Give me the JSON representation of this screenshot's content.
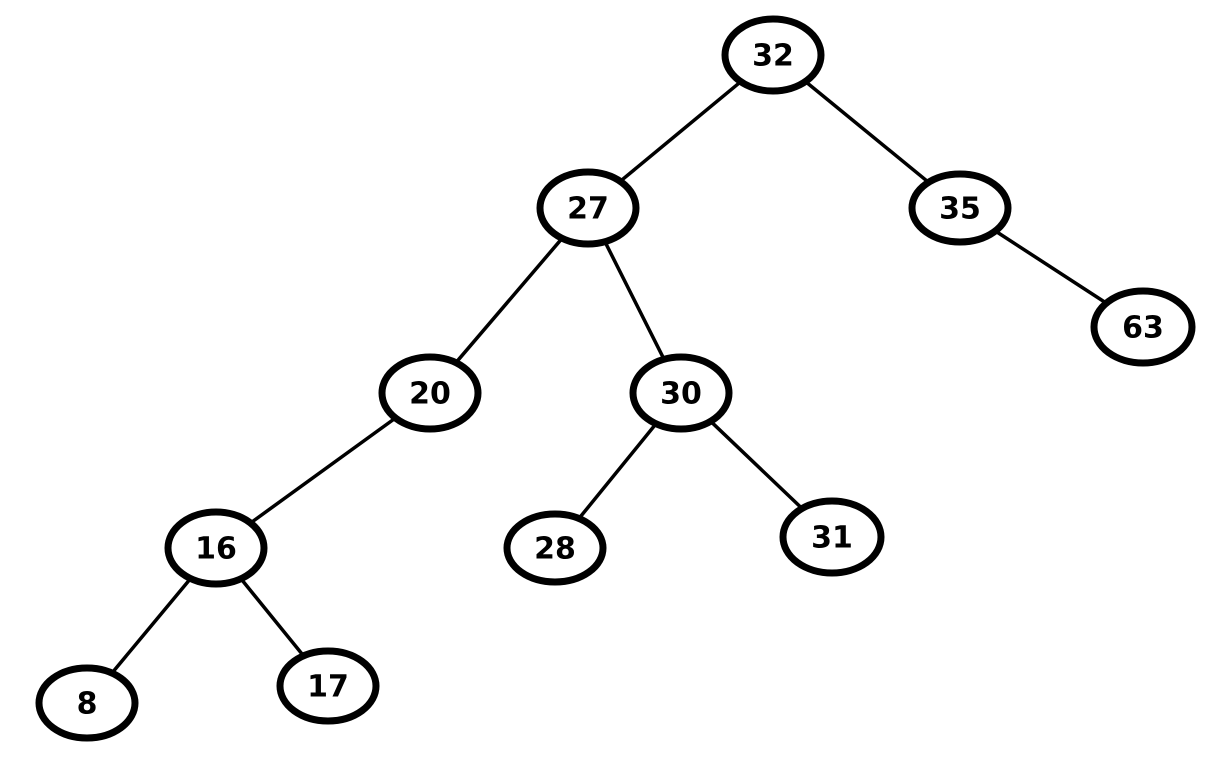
{
  "tree": {
    "nodes": [
      {
        "id": "n32",
        "label": "32"
      },
      {
        "id": "n27",
        "label": "27"
      },
      {
        "id": "n35",
        "label": "35"
      },
      {
        "id": "n20",
        "label": "20"
      },
      {
        "id": "n30",
        "label": "30"
      },
      {
        "id": "n63",
        "label": "63"
      },
      {
        "id": "n16",
        "label": "16"
      },
      {
        "id": "n28",
        "label": "28"
      },
      {
        "id": "n31",
        "label": "31"
      },
      {
        "id": "n8",
        "label": "8"
      },
      {
        "id": "n17",
        "label": "17"
      }
    ],
    "edges": [
      {
        "from": "n32",
        "to": "n27"
      },
      {
        "from": "n32",
        "to": "n35"
      },
      {
        "from": "n27",
        "to": "n20"
      },
      {
        "from": "n27",
        "to": "n30"
      },
      {
        "from": "n35",
        "to": "n63"
      },
      {
        "from": "n20",
        "to": "n16"
      },
      {
        "from": "n30",
        "to": "n28"
      },
      {
        "from": "n30",
        "to": "n31"
      },
      {
        "from": "n16",
        "to": "n8"
      },
      {
        "from": "n16",
        "to": "n17"
      }
    ]
  }
}
